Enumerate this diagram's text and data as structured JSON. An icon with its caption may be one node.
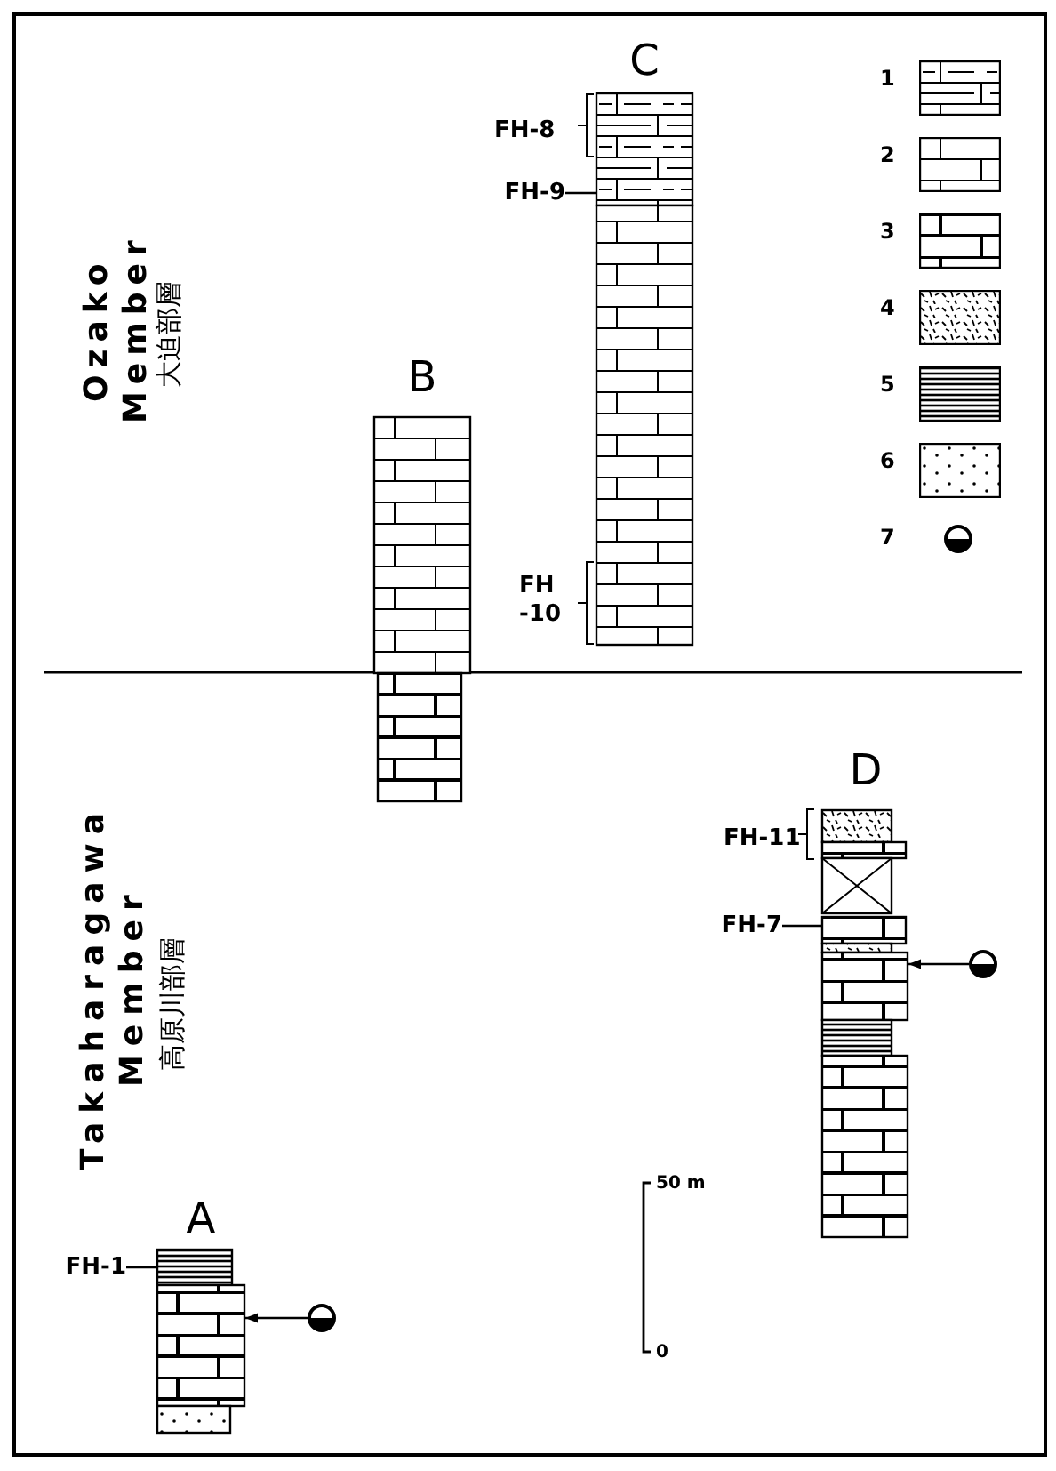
{
  "diagram": {
    "nodes": [
      {
        "text": [
          "C"
        ]
      },
      {
        "text": [
          "FH-9"
        ]
      },
      {
        "text": [
          "B"
        ]
      },
      {
        "text": [
          "D"
        ]
      },
      {
        "text": [
          "FH-7"
        ]
      },
      {
        "text": [],
        "shape": "circle"
      },
      {
        "text": [
          "A"
        ]
      },
      {
        "text": [
          "FH-1"
        ]
      },
      {
        "text": [],
        "shape": "circle"
      }
    ],
    "edges": [
      {
        "from": 1,
        "to": 0,
        "arrow": "none"
      },
      {
        "from": 4,
        "to": 3,
        "arrow": "none"
      },
      {
        "from": 5,
        "to": 3,
        "arrow": "to"
      },
      {
        "from": 7,
        "to": 6,
        "arrow": "none"
      },
      {
        "from": 8,
        "to": 6,
        "arrow": "to"
      }
    ],
    "labels": [
      "Ozako Member",
      "大迫部層",
      "Takaharagawa Member",
      "高原川部層",
      "FH-8",
      "FH -10",
      "FH-11",
      "50 m",
      "0"
    ],
    "legend": [
      {
        "text": "1"
      },
      {
        "text": "2"
      },
      {
        "text": "3"
      },
      {
        "text": "4"
      },
      {
        "text": "5"
      },
      {
        "text": "6"
      },
      {
        "text": "7"
      }
    ]
  }
}
